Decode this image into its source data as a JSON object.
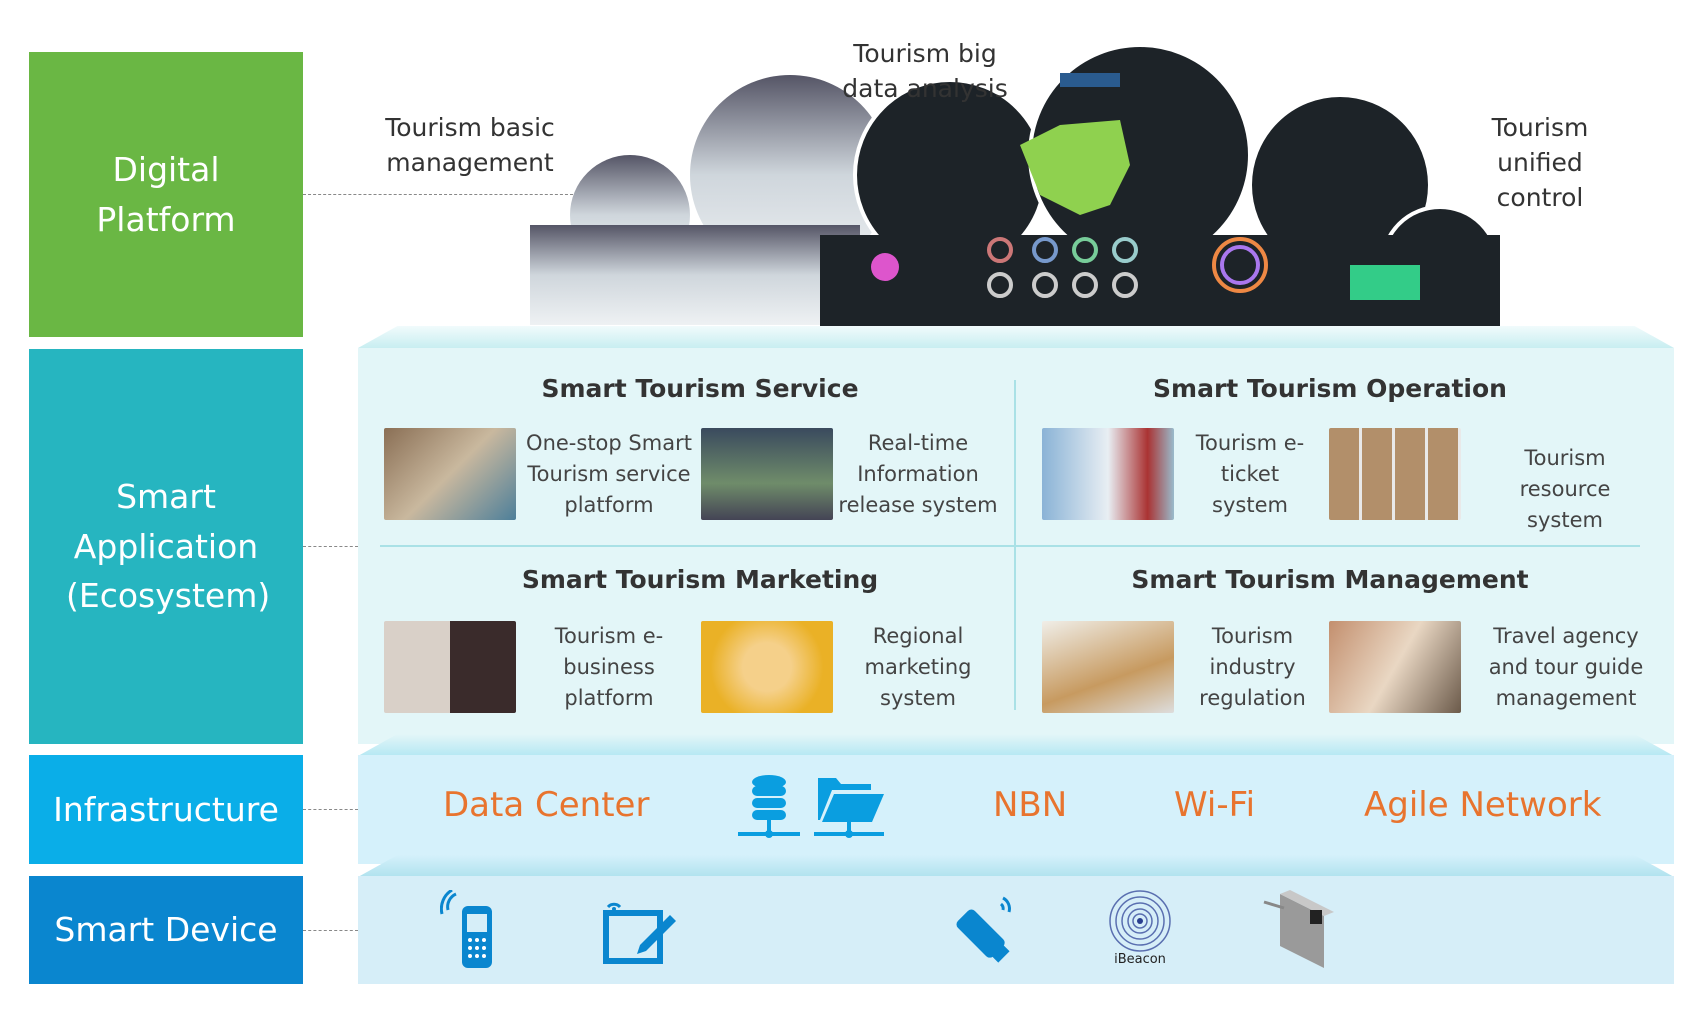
{
  "layers": [
    {
      "label": "Digital Platform",
      "color": "#6ab744"
    },
    {
      "label": "Smart Application (Ecosystem)",
      "color": "#26b5c0"
    },
    {
      "label": "Infrastructure",
      "color": "#0aaee8"
    },
    {
      "label": "Smart Device",
      "color": "#0a86cf"
    }
  ],
  "cloud": {
    "captions": [
      "Tourism basic management",
      "Tourism big data analysis",
      "Tourism unified control"
    ]
  },
  "sections": [
    {
      "title": "Smart Tourism Service",
      "items": [
        "One-stop Smart Tourism service platform",
        "Real-time Information release system"
      ]
    },
    {
      "title": "Smart Tourism Operation",
      "items": [
        "Tourism e-ticket system",
        "Tourism resource system"
      ]
    },
    {
      "title": "Smart Tourism Marketing",
      "items": [
        "Tourism e-business platform",
        "Regional marketing system"
      ]
    },
    {
      "title": "Smart Tourism Management",
      "items": [
        "Tourism industry regulation",
        "Travel agency and tour guide management"
      ]
    }
  ],
  "infrastructure": {
    "items": [
      "Data Center",
      "NBN",
      "Wi-Fi",
      "Agile Network"
    ],
    "accent": "#e8742e"
  },
  "devices": {
    "ibeacon_label": "iBeacon"
  }
}
